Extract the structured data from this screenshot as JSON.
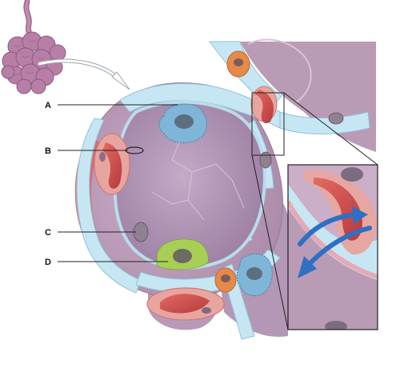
{
  "labels": [
    {
      "id": "A",
      "text": "A"
    },
    {
      "id": "B",
      "text": "B"
    },
    {
      "id": "C",
      "text": "C"
    },
    {
      "id": "D",
      "text": "D"
    }
  ],
  "colors": {
    "interstitium": "#c7e6f3",
    "alveolar-wall": "#c9aac6",
    "alveolar-lumen": "#b196b4",
    "red-blood-cell": "#cf4a4a",
    "capillary": "#e8a5a0",
    "macrophage": "#7fb6d8",
    "surfactant-cell": "#a8cf55",
    "mast-cell": "#e58a4a",
    "lung-lobule": "#b97fa6"
  },
  "icons": [
    "lung-lobule-icon",
    "curved-arrow-icon",
    "blood-flow-arrow-icon"
  ]
}
